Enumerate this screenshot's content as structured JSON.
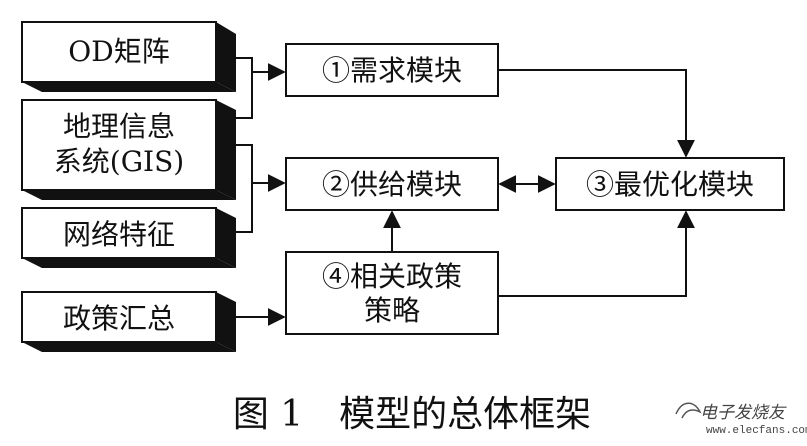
{
  "inputs": {
    "od": "OD矩阵",
    "gis_line1": "地理信息",
    "gis_line2": "系统(GIS)",
    "network": "网络特征",
    "policy_summary": "政策汇总"
  },
  "modules": {
    "demand": "①需求模块",
    "supply": "②供给模块",
    "optimize": "③最优化模块",
    "policy_line1": "④相关政策",
    "policy_line2": "策略"
  },
  "caption": "图 1　模型的总体框架",
  "watermark": {
    "text": "电子发烧友",
    "url": "www.elecfans.com"
  }
}
